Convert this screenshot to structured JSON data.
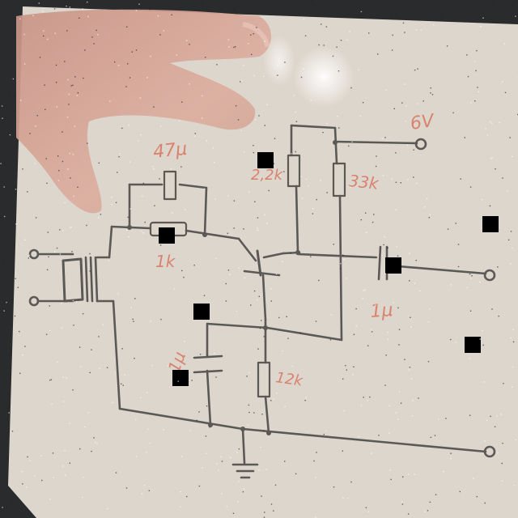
{
  "photo": {
    "subject": "hand-drawn transistor amplifier schematic on paper",
    "colors": {
      "background": "#2a2b2d",
      "paper": "#ddd6cc",
      "ink": "#5b5856",
      "label_red": "#d9826f",
      "skin": "#d8a89a",
      "redaction": "#000000"
    }
  },
  "schematic": {
    "labels": {
      "supply": "6V",
      "c_feedback": "47µ",
      "r_feedback": "1k",
      "r_collector": "2,2k",
      "r_bias_top": "33k",
      "c_output": "1µ",
      "c_emitter": "1µ",
      "r_emitter": "12k"
    }
  }
}
